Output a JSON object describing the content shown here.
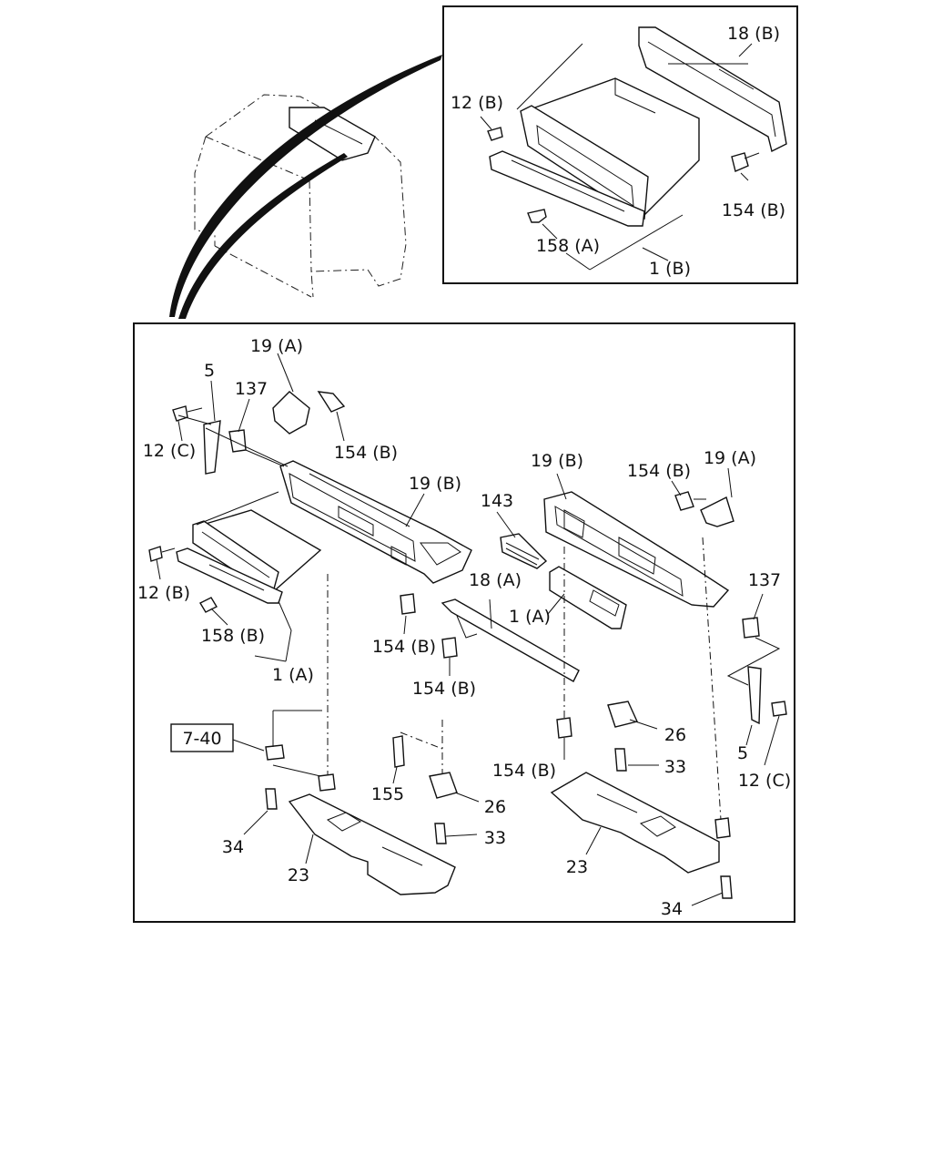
{
  "reference_box": {
    "label": "7-40"
  },
  "callouts": [
    {
      "id": "c01",
      "label": "18 (B)"
    },
    {
      "id": "c02",
      "label": "12 (B)"
    },
    {
      "id": "c03",
      "label": "154 (B)"
    },
    {
      "id": "c04",
      "label": "158 (A)"
    },
    {
      "id": "c05",
      "label": "1 (B)"
    },
    {
      "id": "c06",
      "label": "19 (A)"
    },
    {
      "id": "c07",
      "label": "5"
    },
    {
      "id": "c08",
      "label": "137"
    },
    {
      "id": "c09",
      "label": "12 (C)"
    },
    {
      "id": "c10",
      "label": "154 (B)"
    },
    {
      "id": "c11",
      "label": "19 (B)"
    },
    {
      "id": "c12",
      "label": "12 (B)"
    },
    {
      "id": "c13",
      "label": "158 (B)"
    },
    {
      "id": "c14",
      "label": "1 (A)"
    },
    {
      "id": "c15",
      "label": "143"
    },
    {
      "id": "c16",
      "label": "154 (B)"
    },
    {
      "id": "c17",
      "label": "18 (A)"
    },
    {
      "id": "c18",
      "label": "154 (B)"
    },
    {
      "id": "c19",
      "label": "19 (B)"
    },
    {
      "id": "c20",
      "label": "154 (B)"
    },
    {
      "id": "c21",
      "label": "19 (A)"
    },
    {
      "id": "c22",
      "label": "1 (A)"
    },
    {
      "id": "c23",
      "label": "137"
    },
    {
      "id": "c24",
      "label": "154 (B)"
    },
    {
      "id": "c25",
      "label": "26"
    },
    {
      "id": "c26",
      "label": "33"
    },
    {
      "id": "c27",
      "label": "5"
    },
    {
      "id": "c28",
      "label": "12 (C)"
    },
    {
      "id": "c29",
      "label": "155"
    },
    {
      "id": "c30",
      "label": "26"
    },
    {
      "id": "c31",
      "label": "33"
    },
    {
      "id": "c32",
      "label": "34"
    },
    {
      "id": "c33",
      "label": "23"
    },
    {
      "id": "c34",
      "label": "23"
    },
    {
      "id": "c35",
      "label": "34"
    }
  ]
}
